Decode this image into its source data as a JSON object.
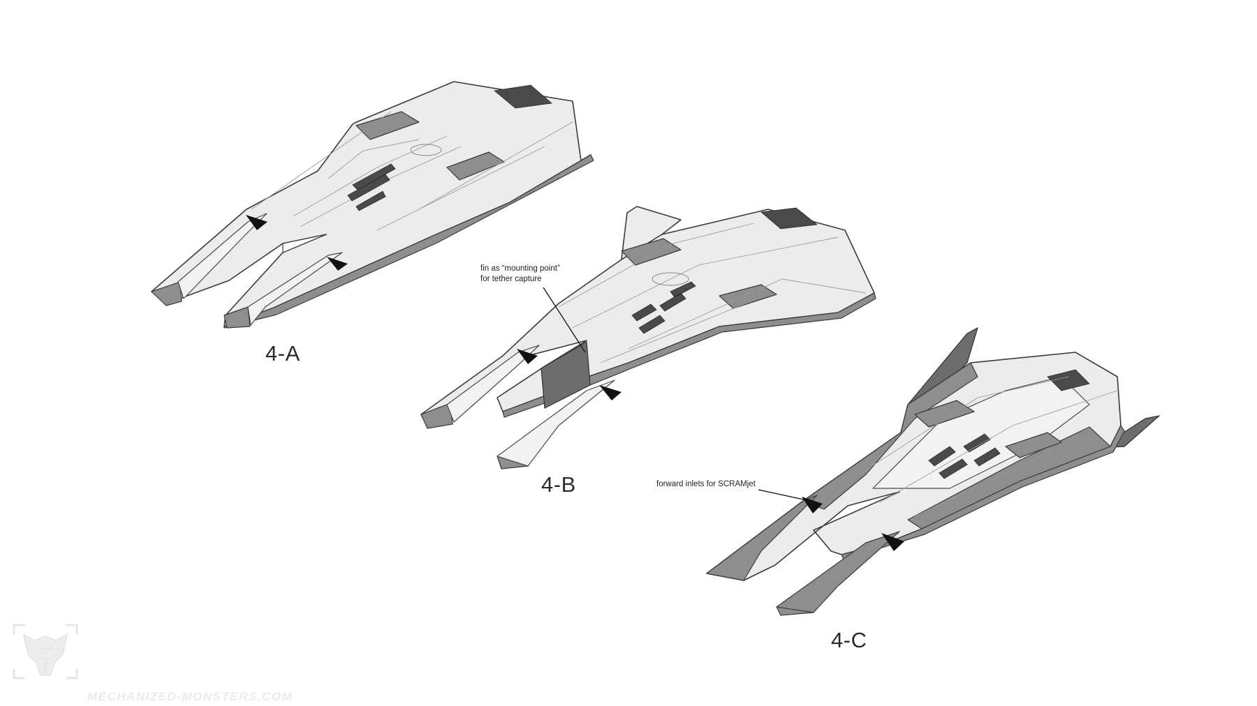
{
  "ships": [
    {
      "id": "4a",
      "label": "4-A"
    },
    {
      "id": "4b",
      "label": "4-B"
    },
    {
      "id": "4c",
      "label": "4-C"
    }
  ],
  "annotations": {
    "fin_line1": "fin as “mounting point”",
    "fin_line2": "for tether capture",
    "inlets": "forward inlets for SCRAMjet"
  },
  "watermark": {
    "text": "MECHANIZED-MONSTERS.COM",
    "logo_icon": "mech-monster-head-logo"
  },
  "colors": {
    "background": "#ffffff",
    "hull": "#ececec",
    "hull_dark": "#8e8e8e",
    "outline": "#3a3a3a",
    "inlet": "#111111"
  }
}
